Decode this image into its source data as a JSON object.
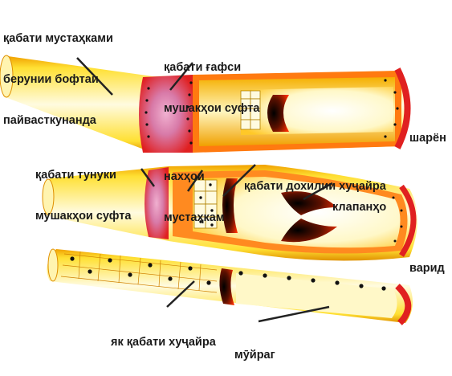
{
  "labels": {
    "outer_layer": [
      "қабати мустаҳками",
      "берунии бофтаи",
      "пайвасткунанда"
    ],
    "middle_layer": [
      "қабати ғафси",
      "мушакҳои суфта"
    ],
    "thin_muscle_layer": [
      "қабати тунуки",
      "мушакҳои суфта"
    ],
    "strong_fibers": [
      "нахҳои",
      "мустаҳкам"
    ],
    "inner_cell_layer": "қабати дохилии хуҷайра",
    "valves": "клапанҳо",
    "artery": "шарён",
    "vein": "варид",
    "single_cell_layer": "як қабати хуҷайра",
    "capillary": "мӯйраг"
  },
  "colors": {
    "outer_layer": "#ffe033",
    "outer_layer_light": "#fffbe0",
    "muscle": "#e02020",
    "muscle_center": "#d87aa8",
    "lumen": "#fff8c8",
    "dark": "#3a0a00",
    "dots": "#111111",
    "leader": "#222222"
  }
}
